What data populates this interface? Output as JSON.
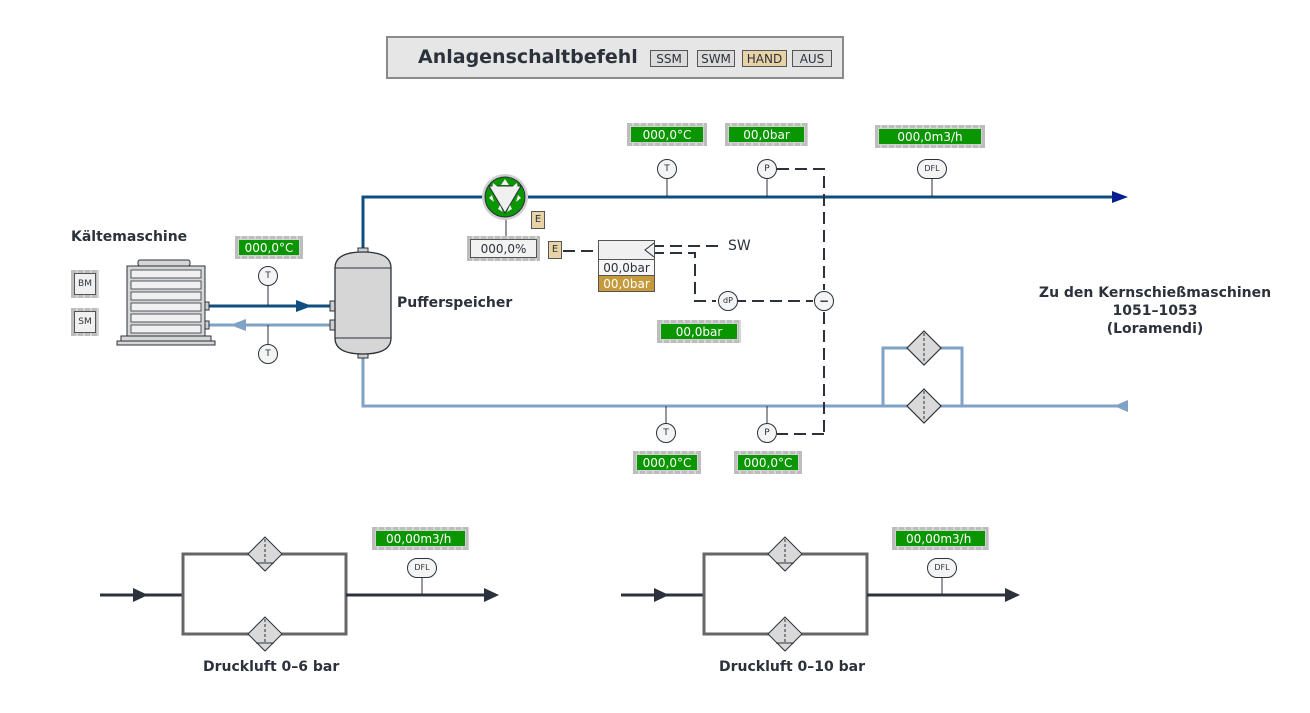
{
  "header": {
    "title": "Anlagenschaltbefehl",
    "buttons": [
      {
        "label": "SSM",
        "active": false
      },
      {
        "label": "SWM",
        "active": false
      },
      {
        "label": "HAND",
        "active": true
      },
      {
        "label": "AUS",
        "active": false
      }
    ]
  },
  "chiller": {
    "title": "Kältemaschine",
    "status_boxes": [
      "BM",
      "SM"
    ],
    "supply_temp_sensor": "T",
    "return_temp_sensor": "T",
    "supply_temp_readout": "000,0°C"
  },
  "buffer": {
    "title": "Pufferspeicher"
  },
  "pump": {
    "speed_readout": "000,0%",
    "e_labels": [
      "E",
      "E"
    ]
  },
  "setpoint_controller": {
    "value_actual": "00,0bar",
    "value_setpoint": "00,0bar",
    "sw_label": "SW"
  },
  "supply_line": {
    "temp_sensor": "T",
    "temp_readout": "000,0°C",
    "pressure_sensor": "P",
    "pressure_readout": "00,0bar",
    "flow_sensor": "DFL",
    "flow_readout": "000,0m3/h"
  },
  "diff_pressure": {
    "sensor": "dP",
    "readout": "00,0bar",
    "subtract_symbol": "−"
  },
  "return_line": {
    "temp_sensor": "T",
    "temp_readout": "000,0°C",
    "pressure_sensor": "P",
    "pressure_readout": "000,0°C"
  },
  "destination": {
    "line1": "Zu den Kernschießmaschinen",
    "line2": "1051–1053",
    "line3": "(Loramendi)"
  },
  "compressed_air": [
    {
      "title": "Druckluft 0–6 bar",
      "flow_sensor": "DFL",
      "flow_readout": "00,00m3/h"
    },
    {
      "title": "Druckluft 0–10 bar",
      "flow_sensor": "DFL",
      "flow_readout": "00,00m3/h"
    }
  ],
  "colors": {
    "supply": "#0e4f80",
    "return": "#7fa2c6",
    "air": "#2b323b",
    "readout_green": "#0a9600",
    "hand_active": "#e8d3a6"
  }
}
